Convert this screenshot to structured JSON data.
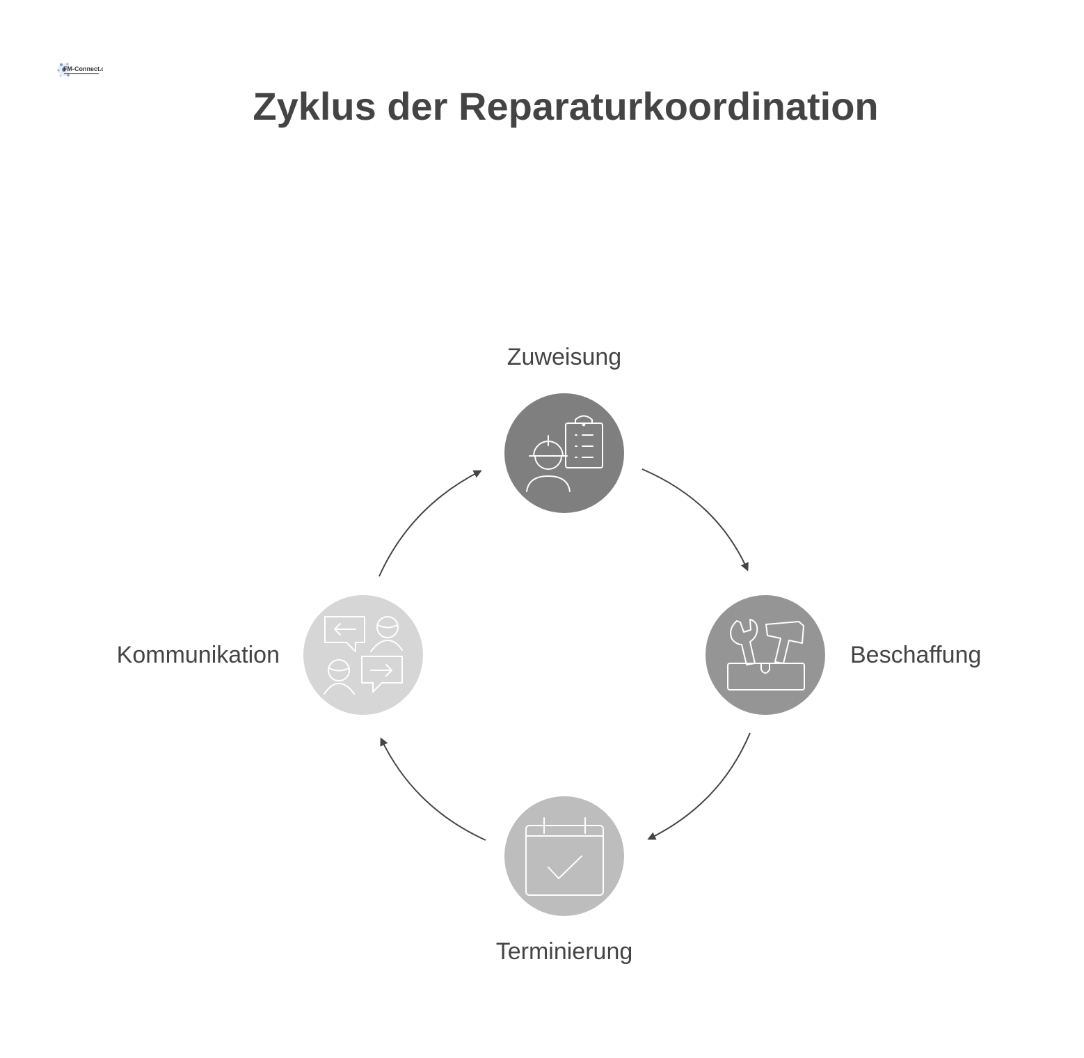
{
  "logo": {
    "text": "FM-Connect.com",
    "icon": "fm-connect-logo"
  },
  "title": "Zyklus der Reparaturkoordination",
  "steps": [
    {
      "label": "Zuweisung",
      "icon": "worker-clipboard-icon",
      "color": "#7f7f7f"
    },
    {
      "label": "Beschaffung",
      "icon": "toolbox-icon",
      "color": "#959595"
    },
    {
      "label": "Terminierung",
      "icon": "calendar-check-icon",
      "color": "#bdbdbd"
    },
    {
      "label": "Kommunikation",
      "icon": "conversation-icon",
      "color": "#d6d6d6"
    }
  ],
  "colors": {
    "title": "#444444",
    "label": "#444444",
    "arrow": "#444444",
    "icon_stroke": "#ffffff",
    "background": "#ffffff"
  }
}
